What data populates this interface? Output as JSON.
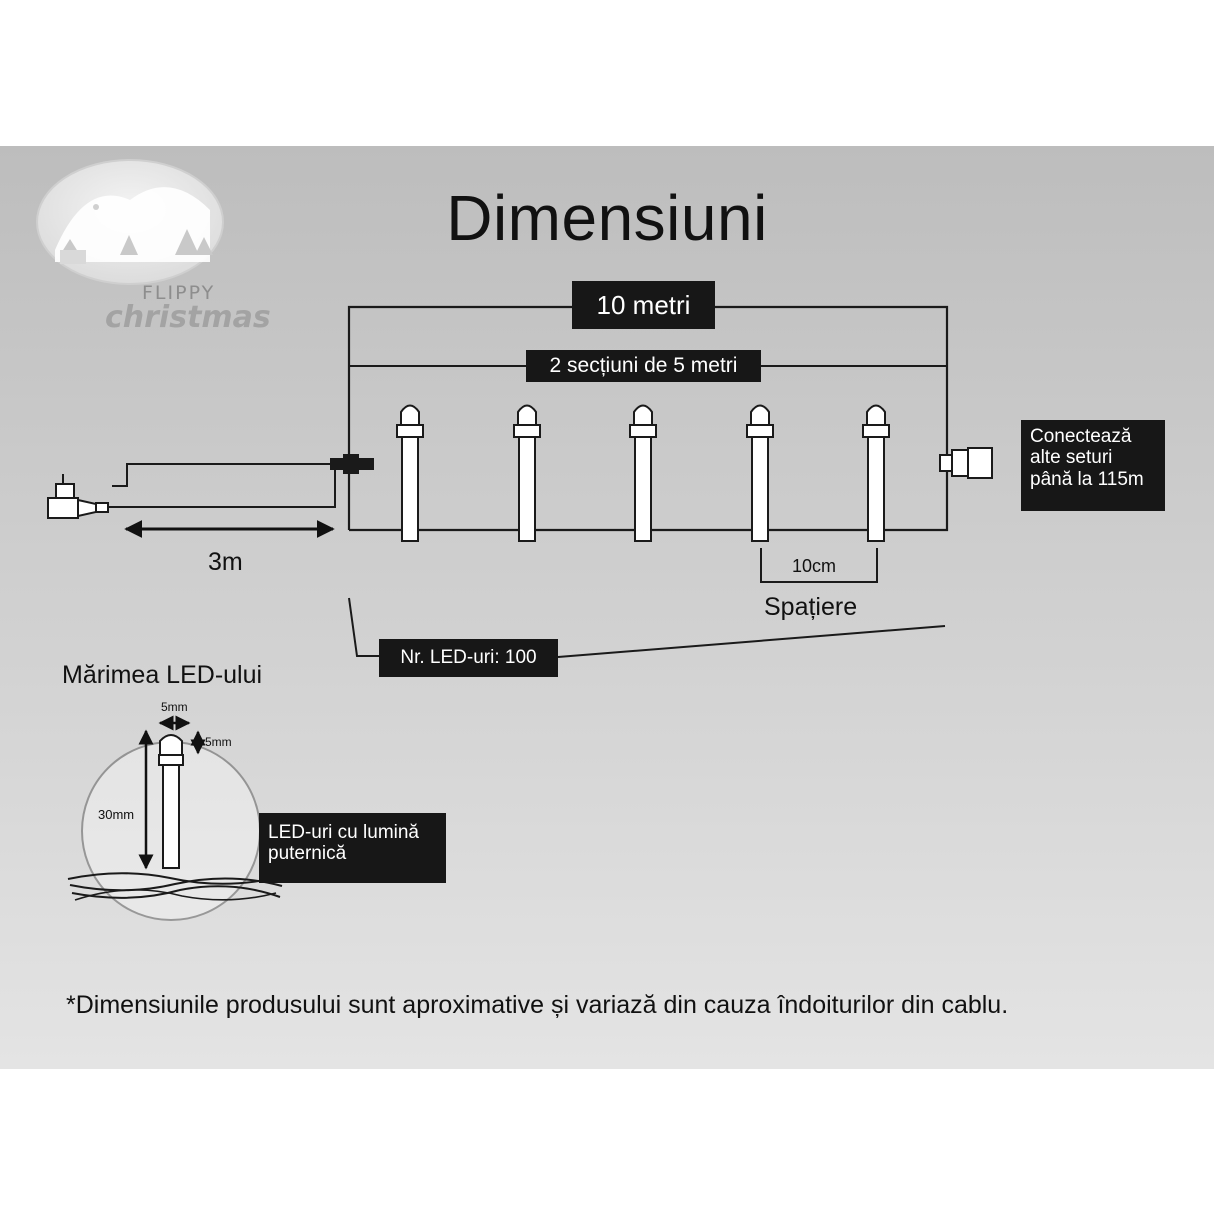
{
  "title": "Dimensiuni",
  "brand": {
    "line1": "FLIPPY",
    "line2": "christmas"
  },
  "dimensions": {
    "total_length": "10 metri",
    "sections": "2 secțiuni de 5 metri",
    "lead_cable": "3m",
    "spacing_value": "10cm",
    "spacing_label": "Spațiere",
    "led_count": "Nr. LED-uri: 100"
  },
  "connect_note": [
    "Conectează",
    "alte seturi",
    "până la 115m"
  ],
  "led_size": {
    "heading": "Mărimea LED-ului",
    "width": "5mm",
    "head_height": "5mm",
    "height": "30mm",
    "note": [
      "LED-uri cu lumină",
      "puternică"
    ]
  },
  "footnote": "*Dimensiunile produsului sunt aproximative și variază din cauza îndoiturilor din cablu.",
  "colors": {
    "box_bg": "#171717",
    "line": "#1a1a1a",
    "led_fill": "#ffffff"
  }
}
